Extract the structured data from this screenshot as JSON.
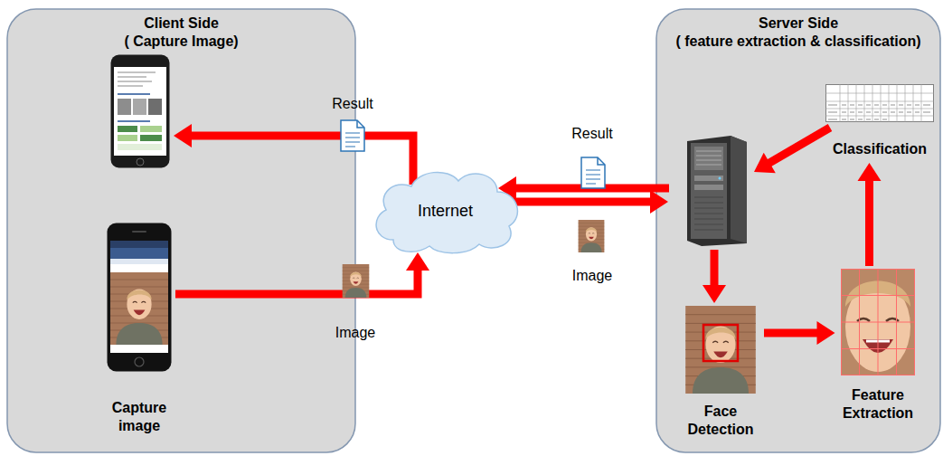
{
  "diagram": {
    "nodes": [
      {
        "text": [
          "Client Side",
          "( Capture Image)"
        ]
      },
      {
        "in": 0
      },
      {
        "text": [
          "Capture image"
        ],
        "in": 0
      },
      {
        "text": [
          "Internet"
        ]
      },
      {
        "text": [
          "Server Side",
          "( feature extraction & classification)"
        ]
      },
      {
        "in": 4
      },
      {
        "text": [
          "Classification"
        ],
        "in": 4
      },
      {
        "text": [
          "Face Detection"
        ],
        "in": 4
      },
      {
        "text": [
          "Feature Extraction"
        ],
        "in": 4
      }
    ],
    "edges": [
      {
        "from": 3,
        "to": 1,
        "arrow": "to",
        "label": "Result"
      },
      {
        "from": 2,
        "to": 3,
        "arrow": "to",
        "label": "Image"
      },
      {
        "from": 5,
        "to": 3,
        "arrow": "to",
        "label": "Result"
      },
      {
        "from": 3,
        "to": 5,
        "arrow": "to",
        "label": "Image"
      },
      {
        "from": 5,
        "to": 7,
        "arrow": "to"
      },
      {
        "from": 7,
        "to": 8,
        "arrow": "to"
      },
      {
        "from": 8,
        "to": 6,
        "arrow": "to"
      },
      {
        "from": 6,
        "to": 5,
        "arrow": "to"
      }
    ]
  }
}
